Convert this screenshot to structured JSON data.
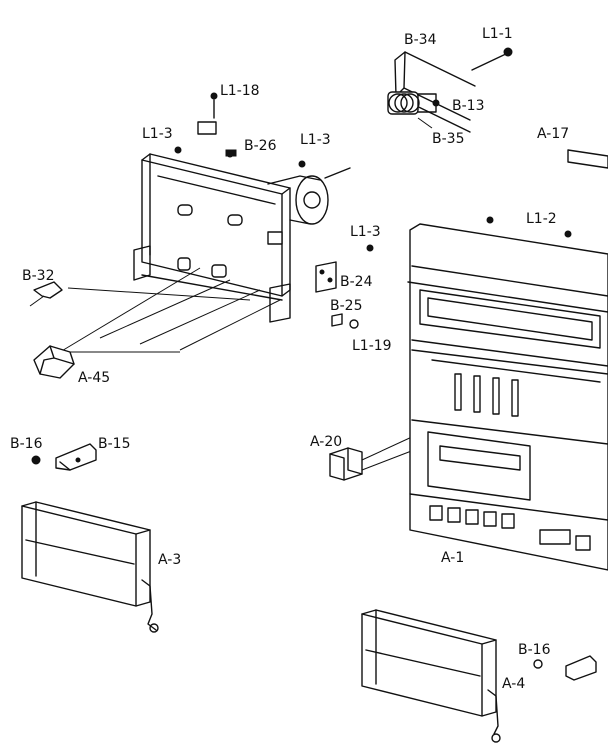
{
  "diagram": {
    "labels": {
      "b34": "B-34",
      "l1_1": "L1-1",
      "l1_18": "L1-18",
      "b13": "B-13",
      "b35": "B-35",
      "l1_3_a": "L1-3",
      "b26": "B-26",
      "l1_3_b": "L1-3",
      "a17": "A-17",
      "l1_2": "L1-2",
      "l1_3_c": "L1-3",
      "b32": "B-32",
      "b24": "B-24",
      "b25": "B-25",
      "l1_19": "L1-19",
      "a45": "A-45",
      "b16_a": "B-16",
      "b15": "B-15",
      "a20": "A-20",
      "a3": "A-3",
      "a1": "A-1",
      "b16_b": "B-16",
      "a4": "A-4"
    }
  }
}
